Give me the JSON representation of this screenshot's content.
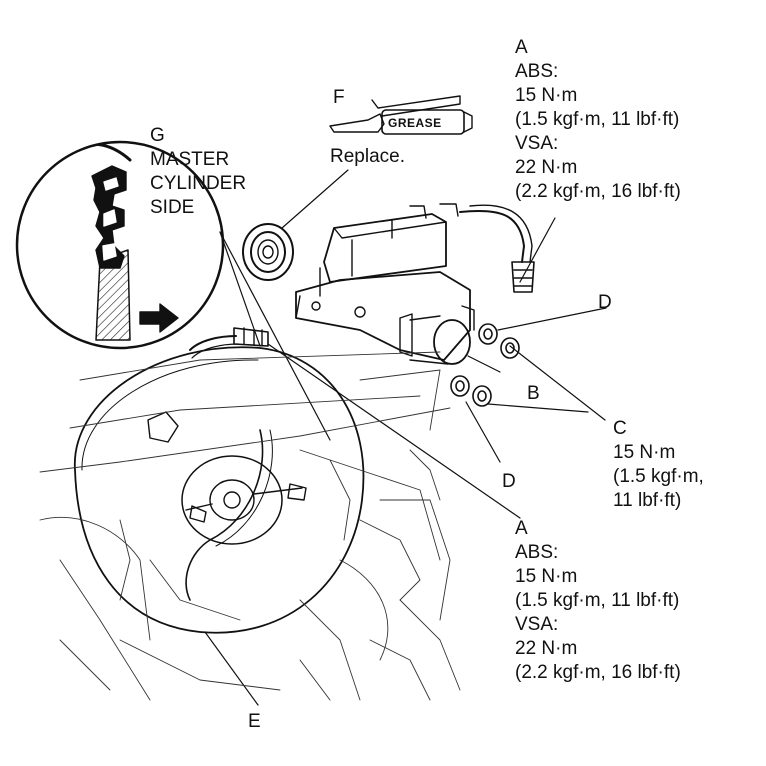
{
  "callouts": {
    "a_top": {
      "letter": "A",
      "abs_label": "ABS:",
      "abs_nm": "15 N·m",
      "abs_alt": "(1.5 kgf·m, 11 lbf·ft)",
      "vsa_label": "VSA:",
      "vsa_nm": "22 N·m",
      "vsa_alt": "(2.2 kgf·m, 16 lbf·ft)"
    },
    "a_bottom": {
      "letter": "A",
      "abs_label": "ABS:",
      "abs_nm": "15 N·m",
      "abs_alt": "(1.5 kgf·m, 11 lbf·ft)",
      "vsa_label": "VSA:",
      "vsa_nm": "22 N·m",
      "vsa_alt": "(2.2 kgf·m, 16 lbf·ft)"
    },
    "b": {
      "letter": "B"
    },
    "c": {
      "letter": "C",
      "nm": "15 N·m",
      "alt1": "(1.5 kgf·m,",
      "alt2": "11 lbf·ft)"
    },
    "d_top": {
      "letter": "D"
    },
    "d_bottom": {
      "letter": "D"
    },
    "e": {
      "letter": "E"
    },
    "f": {
      "letter": "F",
      "note": "Replace.",
      "grease_tag": "GREASE"
    },
    "g": {
      "letter": "G",
      "line1": "MASTER",
      "line2": "CYLINDER",
      "line3": "SIDE"
    }
  },
  "icons": [
    "grease-tube-icon",
    "seal-ring-icon",
    "arrow-right-icon"
  ]
}
